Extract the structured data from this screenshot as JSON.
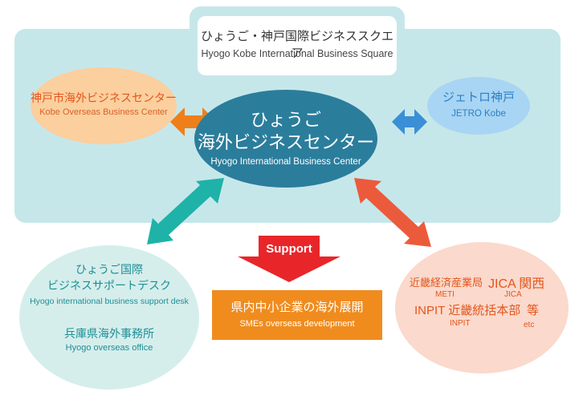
{
  "square": {
    "jp": "ひょうご・神戸国際ビジネススクエア",
    "en": "Hyogo Kobe International Business Square"
  },
  "kobe_center": {
    "jp": "神戸市海外ビジネスセンター",
    "en": "Kobe Overseas Business Center"
  },
  "jetro": {
    "jp": "ジェトロ神戸",
    "en": "JETRO Kobe"
  },
  "hub": {
    "jp_line1": "ひょうご",
    "jp_line2": "海外ビジネスセンター",
    "en": "Hyogo International Business Center"
  },
  "support": {
    "label": "Support"
  },
  "desk": {
    "jp_line1": "ひょうご国際",
    "jp_line2": "ビジネスサポートデスク",
    "en1": "Hyogo international business support desk",
    "jp_line3": "兵庫県海外事務所",
    "en2": "Hyogo overseas office"
  },
  "partners": {
    "meti_jp": "近畿経済産業局",
    "meti_en": "METI",
    "jica_jp": "JICA 関西",
    "jica_en": "JICA",
    "inpit_jp": "INPIT 近畿統括本部",
    "inpit_en": "INPIT",
    "etc_jp": "等",
    "etc_en": "etc"
  },
  "sme": {
    "jp": "県内中小企業の海外展開",
    "en": "SMEs overseas development"
  },
  "colors": {
    "panel": "#c6e7ea",
    "hub": "#2b7d9c",
    "kobe": "#fbcf9e",
    "jetro": "#a8d5f3",
    "desk": "#d5eeec",
    "partners": "#fbd9cc",
    "sme": "#f08c1e",
    "support": "#e8262a",
    "arrow_teal": "#1fb2a8",
    "arrow_red": "#ec5a3c",
    "arrow_orange": "#ef7f1a",
    "arrow_blue": "#3a8fd6"
  }
}
